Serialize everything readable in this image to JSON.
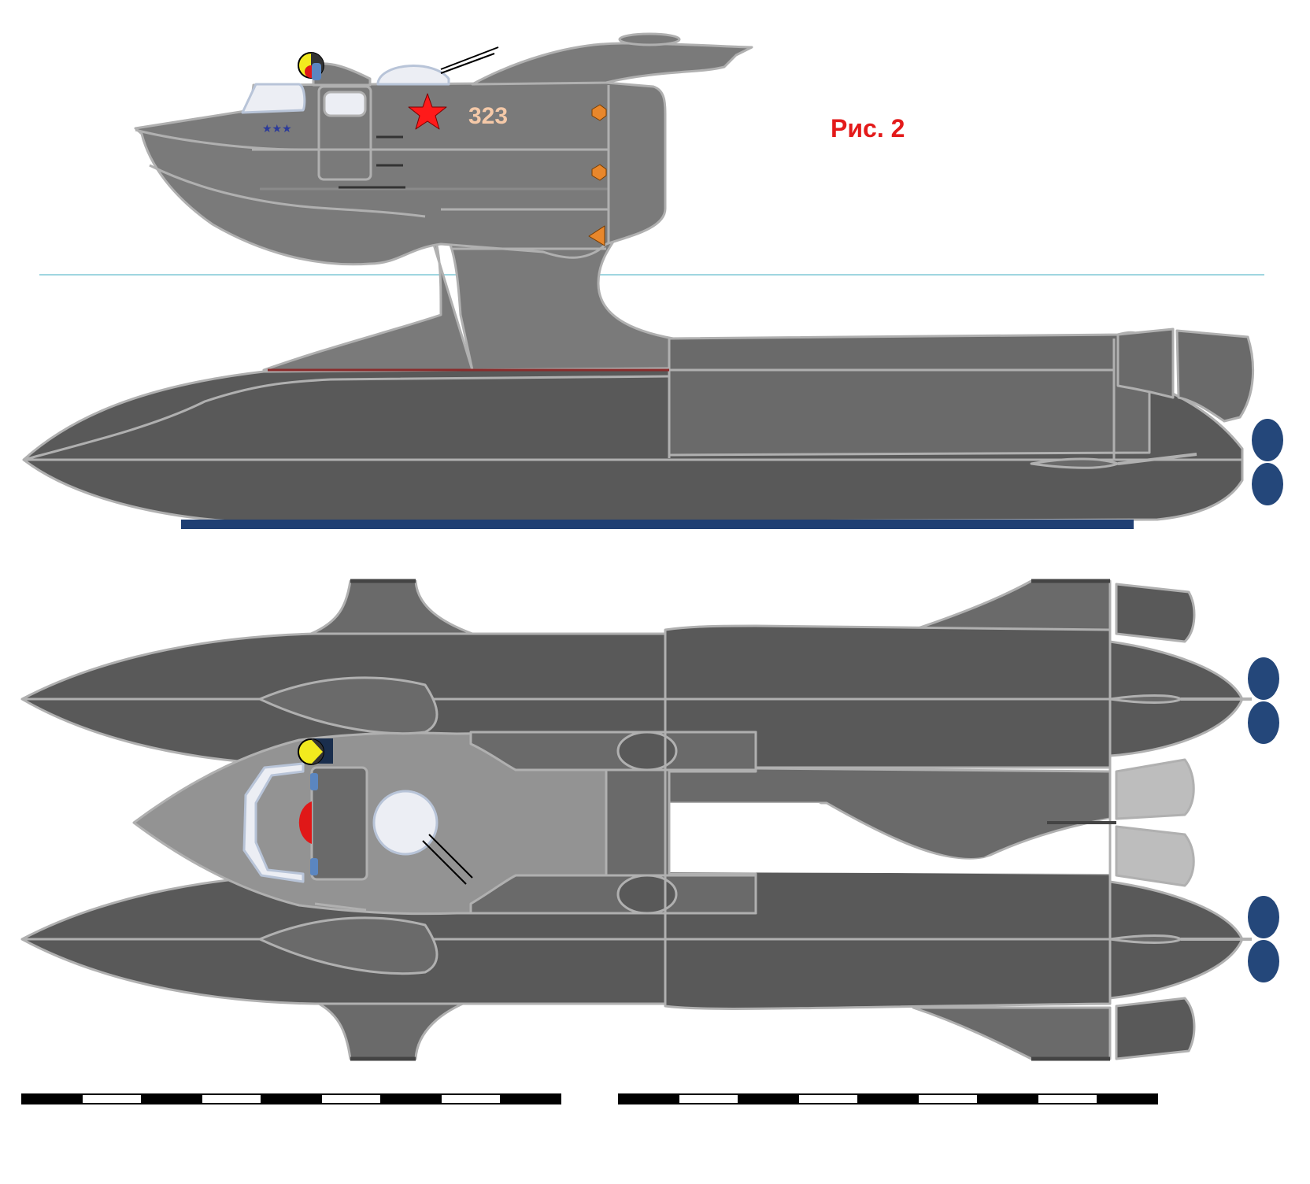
{
  "figure": {
    "label": "Рис. 2",
    "hull_number": "323"
  },
  "colors": {
    "hull_dark": "#595959",
    "hull_mid": "#6a6a6a",
    "hull_light": "#7a7a7a",
    "deck_light": "#939393",
    "outline": "#b0b0b0",
    "waterline": "#9fd6e0",
    "propeller": "#24477a",
    "keel_stripe": "#1f3f73",
    "red_star": "#ff1a1a",
    "hull_number": "#f5c9a8",
    "figure_label": "#e31a1a",
    "orange_light": "#e8872c",
    "glass": "#eceef4",
    "glass_edge": "#b8c4d8",
    "roundel_yellow": "#f2ea1e",
    "roundel_red": "#e01818"
  },
  "icons": [
    "red-star-icon",
    "stars-row-icon",
    "propeller-icon",
    "navigation-light-icon",
    "scale-bar-icon"
  ],
  "scale_bars": {
    "count": 2,
    "segments_each": 9
  }
}
